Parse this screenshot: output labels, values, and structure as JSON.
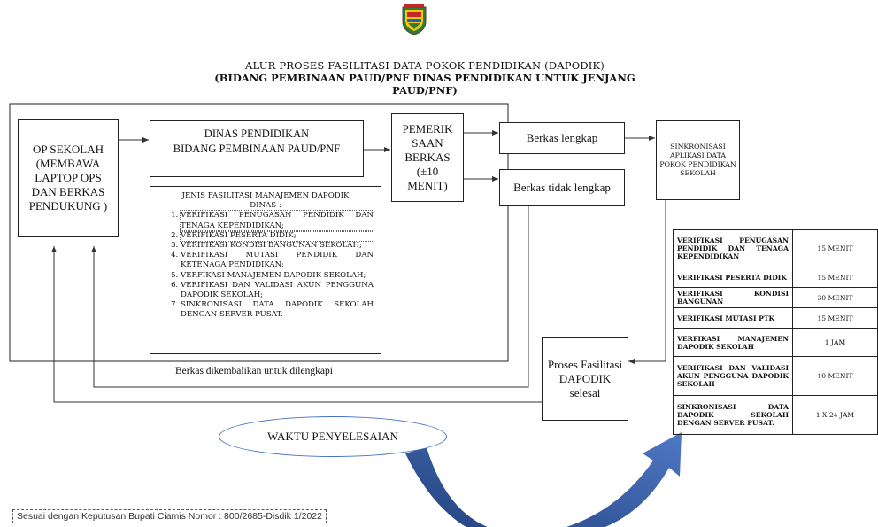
{
  "title": {
    "line1": "ALUR PROSES FASILITASI DATA POKOK PENDIDIKAN (DAPODIK)",
    "line2": "(BIDANG PEMBINAAN PAUD/PNF DINAS PENDIDIKAN UNTUK JENJANG",
    "line3": "PAUD/PNF)"
  },
  "nodes": {
    "op_sekolah": "OP SEKOLAH (MEMBAWA LAPTOP OPS DAN BERKAS PENDUKUNG )",
    "dinas_line1": "DINAS PENDIDIKAN",
    "dinas_line2": "BIDANG PEMBINAAN PAUD/PNF",
    "pemeriksaan": "PEMERIK SAAN BERKAS (±10 MENIT)",
    "berkas_lengkap": "Berkas lengkap",
    "berkas_tidak_lengkap": "Berkas tidak lengkap",
    "sinkronisasi": "SINKRONISASI APLIKASI DATA POKOK PENDIDIKAN SEKOLAH",
    "proses_selesai": "Proses Fasilitasi DAPODIK selesai",
    "waktu": "WAKTU PENYELESAIAN",
    "dikembalikan": "Berkas dikembalikan untuk dilengkapi"
  },
  "jenis": {
    "heading": "JENIS FASILITASI MANAJEMEN DAPODIK DINAS :",
    "items": [
      "VERIFIKASI PENUGASAN PENDIDIK DAN TENAGA KEPENDIDIKAN;",
      "VERIFIKASI PESERTA DIDIK;",
      "VERIFIKASI KONDISI BANGUNAN SEKOLAH;",
      "VERIFIKASI MUTASI PENDIDIK DAN KETENAGA PENDIDIKAN;",
      "VERFIKASI MANAJEMEN DAPODIK SEKOLAH;",
      "VERIFIKASI DAN VALIDASI AKUN PENGGUNA DAPODIK SEKOLAH;",
      "SINKRONISASI DATA DAPODIK SEKOLAH DENGAN SERVER PUSAT."
    ]
  },
  "durasi": [
    {
      "label": "VERIFIKASI PENUGASAN PENDIDIK DAN TENAGA KEPENDIDIKAN",
      "value": "15 MENIT"
    },
    {
      "label": "VERIFIKASI PESERTA DIDIK",
      "value": "15 MENIT"
    },
    {
      "label": "VERIFIKASI KONDISI BANGUNAN",
      "value": "30 MENIT"
    },
    {
      "label": "VERIFIKASI MUTASI PTK",
      "value": "15 MENIT"
    },
    {
      "label": "VERFIKASI MANAJEMEN DAPODIK SEKOLAH",
      "value": "1 JAM"
    },
    {
      "label": "VERIFIKASI DAN VALIDASI AKUN PENGGUNA DAPODIK SEKOLAH",
      "value": "10 MENIT"
    },
    {
      "label": "SINKRONISASI DATA DAPODIK SEKOLAH DENGAN SERVER PUSAT.",
      "value": "1 X 24 JAM"
    }
  ],
  "footer": "Sesuai dengan Keputusan Bupati Ciamis Nomor : 800/2685-Disdik 1/2022",
  "colors": {
    "curve_arrow": "#2f5597",
    "ellipse_border": "#4472c4",
    "logo_green": "#2e7d32",
    "logo_red": "#c62828",
    "logo_yellow": "#f9c80e"
  }
}
